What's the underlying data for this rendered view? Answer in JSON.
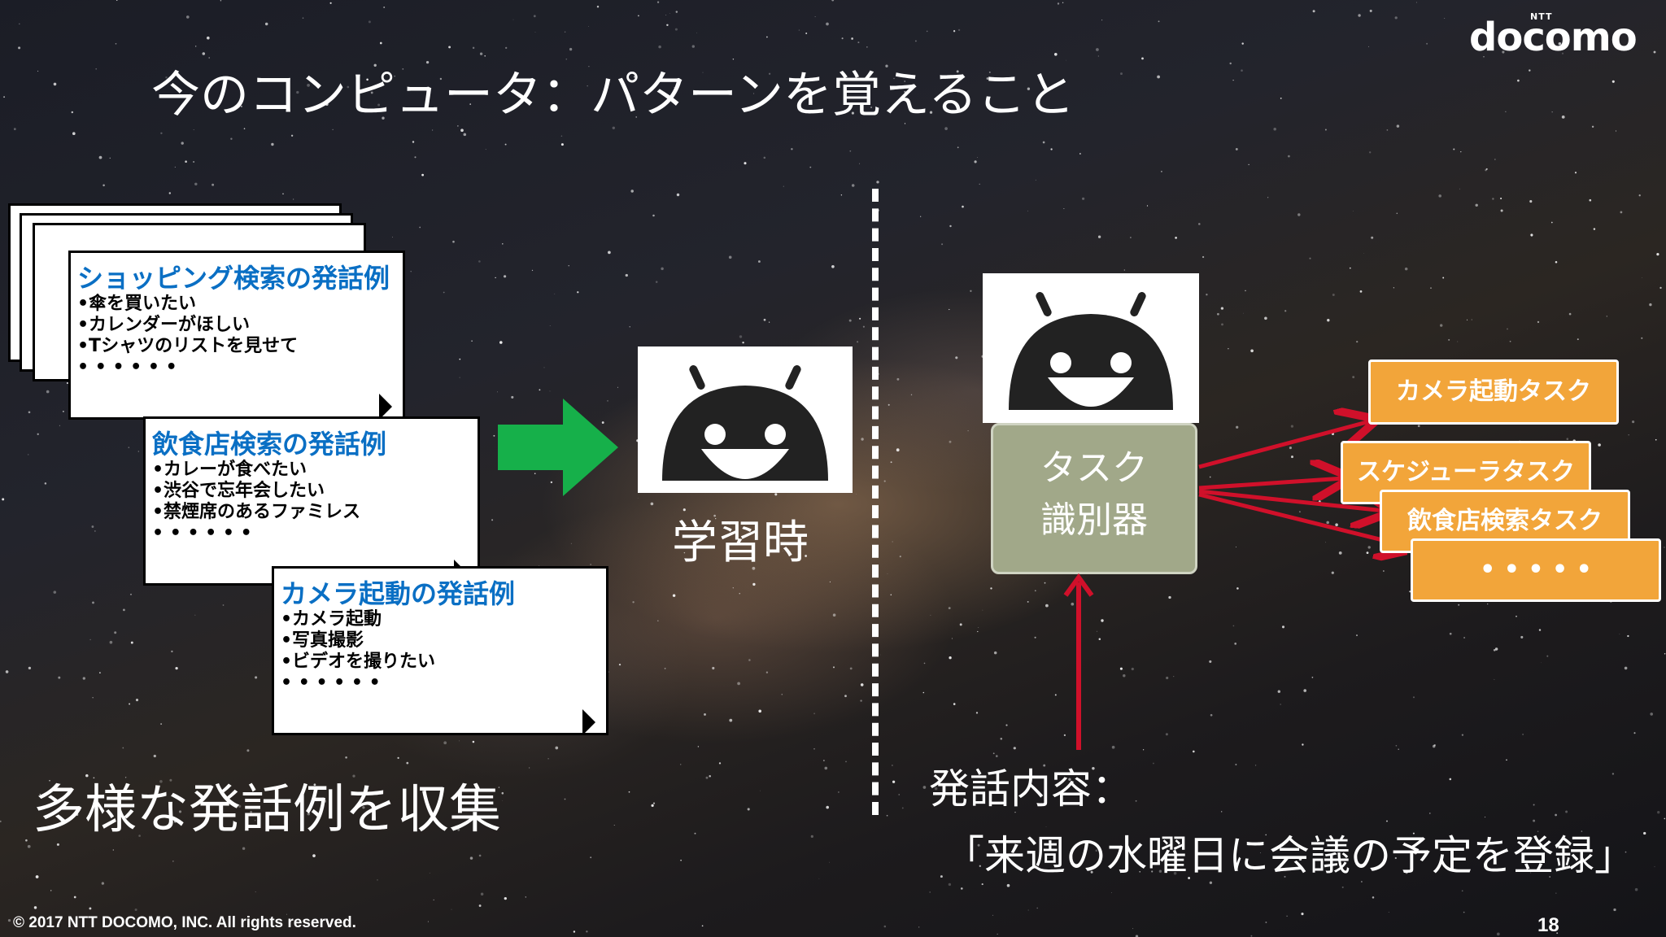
{
  "logo": {
    "ntt": "NTT",
    "name": "docomo"
  },
  "title": "今のコンピュータ：パターンを覚えること",
  "notes": [
    {
      "title": "ショッピング検索の発話例",
      "lines": [
        "•傘を買いたい",
        "•カレンダーがほしい",
        "•Tシャツのリストを見せて",
        "• • • • • •"
      ]
    },
    {
      "title": "飲食店検索の発話例",
      "lines": [
        "•カレーが食べたい",
        "•渋谷で忘年会したい",
        "•禁煙席のあるファミレス",
        "• • • • • •"
      ]
    },
    {
      "title": "カメラ起動の発話例",
      "lines": [
        "•カメラ起動",
        "•写真撮影",
        "•ビデオを撮りたい",
        "• • • • • •"
      ]
    }
  ],
  "collect_label": "多様な発話例を収集",
  "learning_label": "学習時",
  "classifier": {
    "line1": "タスク",
    "line2": "識別器"
  },
  "tasks": [
    "カメラ起動タスク",
    "スケジューラタスク",
    "飲食店検索タスク",
    "• • • • •"
  ],
  "utterance": {
    "label": "発話内容：",
    "text": "「来週の水曜日に会議の予定を登録」"
  },
  "footer": "© 2017 NTT DOCOMO, INC. All rights reserved.",
  "page_number": "18",
  "icons": [
    "robot-icon",
    "arrow-right-icon",
    "arrow-up-icon"
  ],
  "colors": {
    "note_title": "#0a6fc4",
    "task": "#f2a53a",
    "classifier": "#a1a889",
    "arrow_green": "#16b04a",
    "arrow_red": "#d0102a"
  }
}
